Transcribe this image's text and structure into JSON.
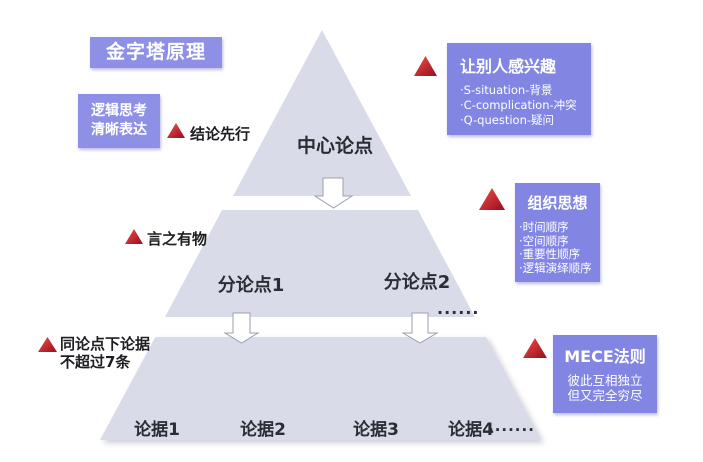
{
  "colors": {
    "pyramid_fill": "#d9dbe9",
    "box_bg": "#8286e2",
    "box_bg_light": "#8d90e4",
    "box_text": "#ffffff",
    "annotation_text": "#1d1d22",
    "pyramid_text": "#2b2d33",
    "red_triangle": "#c4232e",
    "arrow_border": "#9aa0ad"
  },
  "title_box": {
    "label": "金字塔原理"
  },
  "left_box": {
    "line1": "逻辑思考",
    "line2": "清晰表达"
  },
  "annotations": {
    "conclusion_first": {
      "label": "结论先行"
    },
    "substance": {
      "label": "言之有物"
    },
    "max7": {
      "line1": "同论点下论据",
      "line2": "不超过7条"
    }
  },
  "pyramid": {
    "tier1": {
      "label": "中心论点"
    },
    "tier2": {
      "label1": "分论点1",
      "label2": "分论点2",
      "ellipsis": "......"
    },
    "tier3": {
      "label1": "论据1",
      "label2": "论据2",
      "label3": "论据3",
      "label4": "论据4",
      "ellipsis": "......."
    }
  },
  "right_boxes": {
    "interest": {
      "title": "让别人感兴趣",
      "item1": "·S-situation-背景",
      "item2": "·C-complication-冲突",
      "item3": "·Q-question-疑问"
    },
    "organize": {
      "title": "组织思想",
      "item1": "·时间顺序",
      "item2": "·空间顺序",
      "item3": "·重要性顺序",
      "item4": "·逻辑演绎顺序"
    },
    "mece": {
      "title": "MECE法则",
      "item1": "彼此互相独立",
      "item2": "但又完全穷尽"
    }
  }
}
